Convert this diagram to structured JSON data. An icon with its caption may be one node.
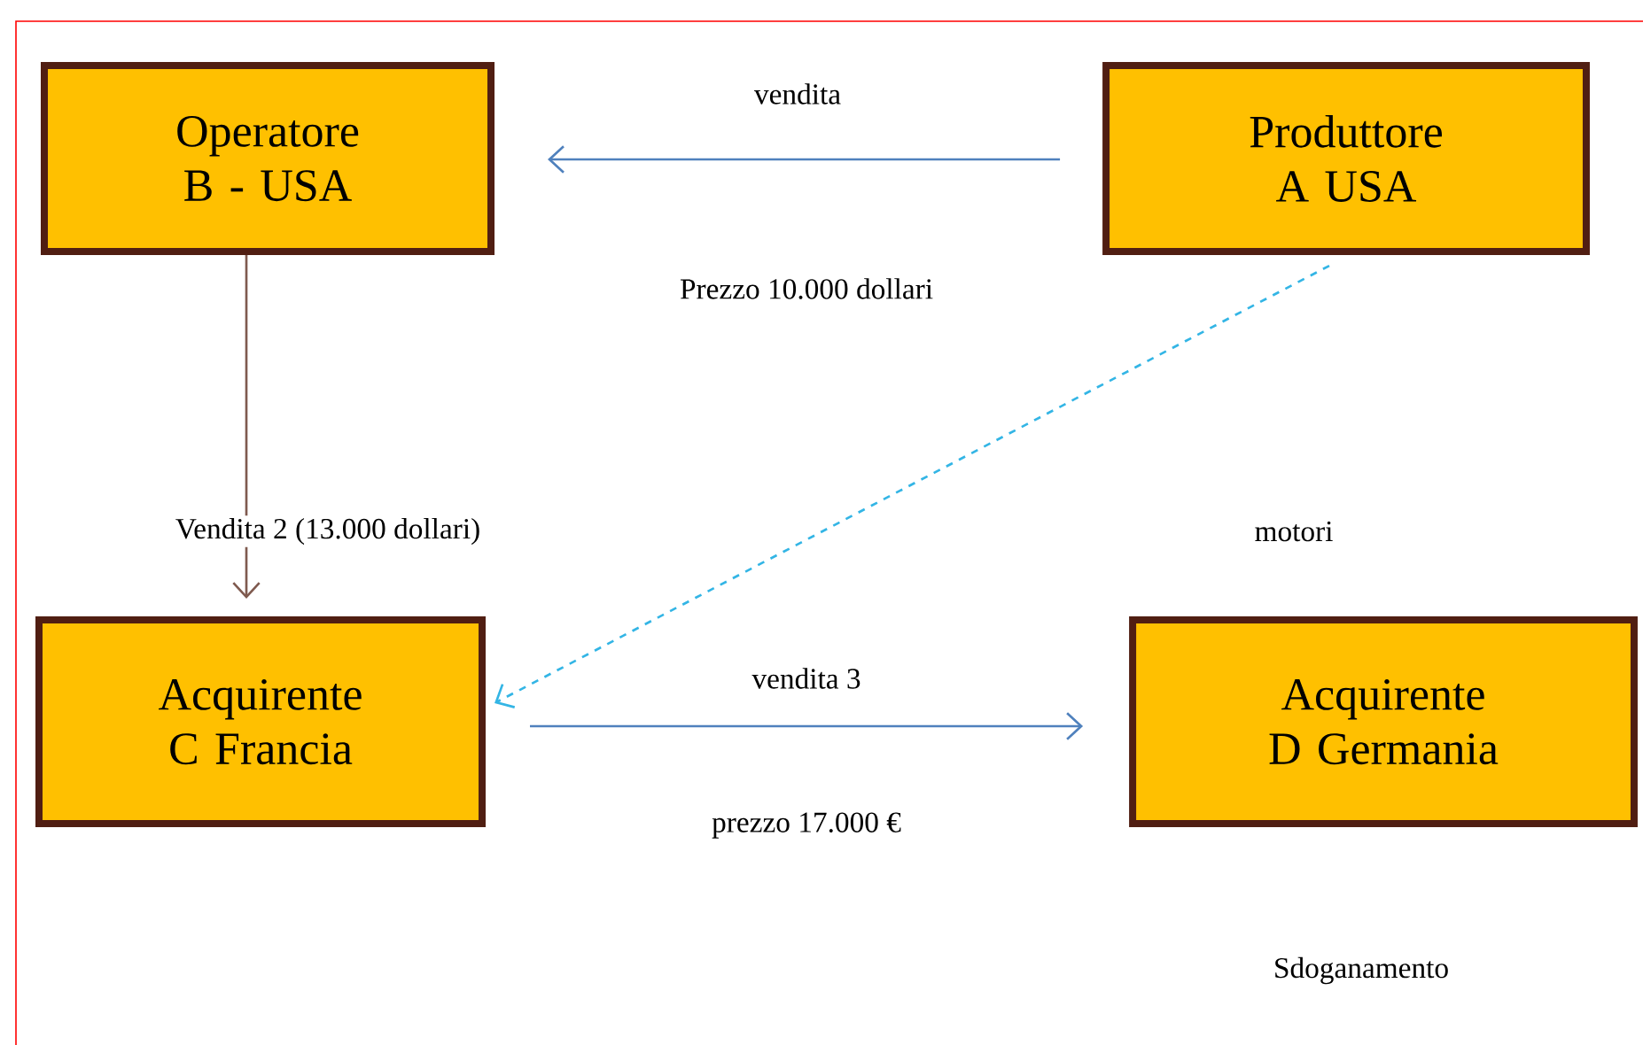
{
  "diagram": {
    "nodes": [
      {
        "text": [
          "Operatore B - USA"
        ]
      },
      {
        "text": [
          "Produttore A USA"
        ]
      },
      {
        "text": [
          "Acquirente C Francia"
        ]
      },
      {
        "text": [
          "Acquirente D Germania"
        ]
      }
    ],
    "edges": [
      {
        "from": 1,
        "to": 0,
        "arrow": "to",
        "label": "vendita",
        "color": "#4f81bd"
      },
      {
        "from": 0,
        "to": 2,
        "arrow": "to",
        "label": "Vendita 2 (13.000 dollari)",
        "color": "#7f5a4f"
      },
      {
        "from": 1,
        "to": 2,
        "arrow": "to",
        "style": "dashed",
        "color": "#33b5e5"
      },
      {
        "from": 2,
        "to": 3,
        "arrow": "to",
        "label": "vendita 3",
        "color": "#4f81bd"
      }
    ],
    "labels": [
      "Prezzo 10.000 dollari",
      "motori",
      "prezzo 17.000 €",
      "Sdoganamento"
    ]
  }
}
